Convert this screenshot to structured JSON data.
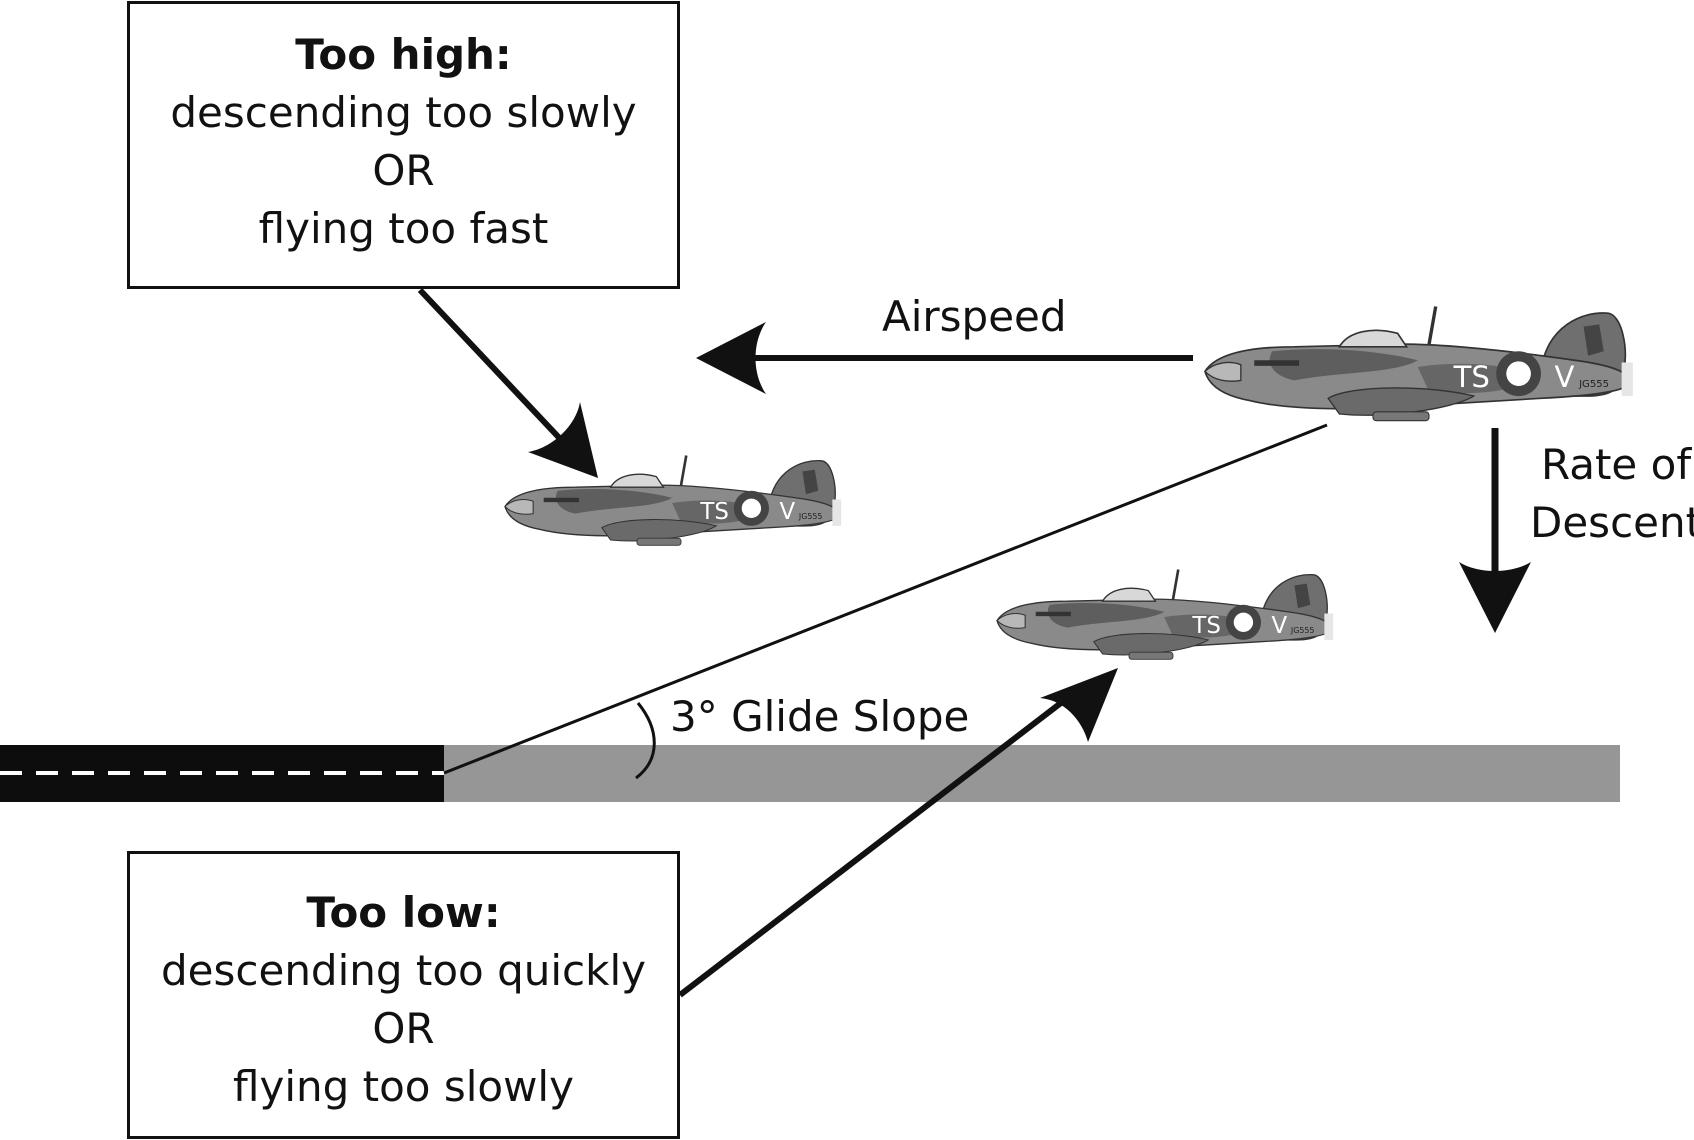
{
  "high_box": {
    "heading": "Too high:",
    "line1": "descending too slowly",
    "line2": "OR",
    "line3": "flying too fast"
  },
  "low_box": {
    "heading": "Too low:",
    "line1": "descending too quickly",
    "line2": "OR",
    "line3": "flying too slowly"
  },
  "labels": {
    "airspeed": "Airspeed",
    "rate_line1": "Rate of",
    "rate_line2": "Descent",
    "glide_slope": "3° Glide Slope"
  },
  "aircraft_markings": {
    "code_left": "TS",
    "code_right": "V",
    "serial": "JG555"
  },
  "colors": {
    "runway_dark": "#0d0d0d",
    "runway_light": "#969696",
    "camo_grey": "#8a8a8a",
    "camo_dark": "#5e5e5e"
  }
}
